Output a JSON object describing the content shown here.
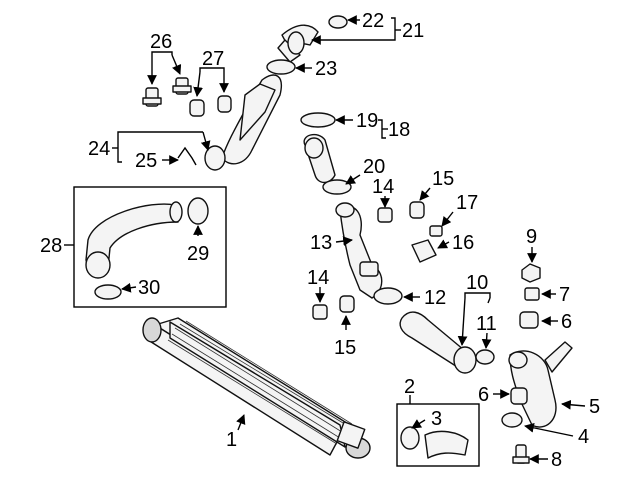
{
  "diagram": {
    "callouts": {
      "c1": "1",
      "c2": "2",
      "c3": "3",
      "c4": "4",
      "c5": "5",
      "c6a": "6",
      "c6b": "6",
      "c7": "7",
      "c8": "8",
      "c9": "9",
      "c10": "10",
      "c11": "11",
      "c12": "12",
      "c13": "13",
      "c14a": "14",
      "c14b": "14",
      "c15a": "15",
      "c15b": "15",
      "c16": "16",
      "c17": "17",
      "c18": "18",
      "c19": "19",
      "c20": "20",
      "c21": "21",
      "c22": "22",
      "c23": "23",
      "c24": "24",
      "c25": "25",
      "c26": "26",
      "c27": "27",
      "c28": "28",
      "c29": "29",
      "c30": "30"
    }
  }
}
